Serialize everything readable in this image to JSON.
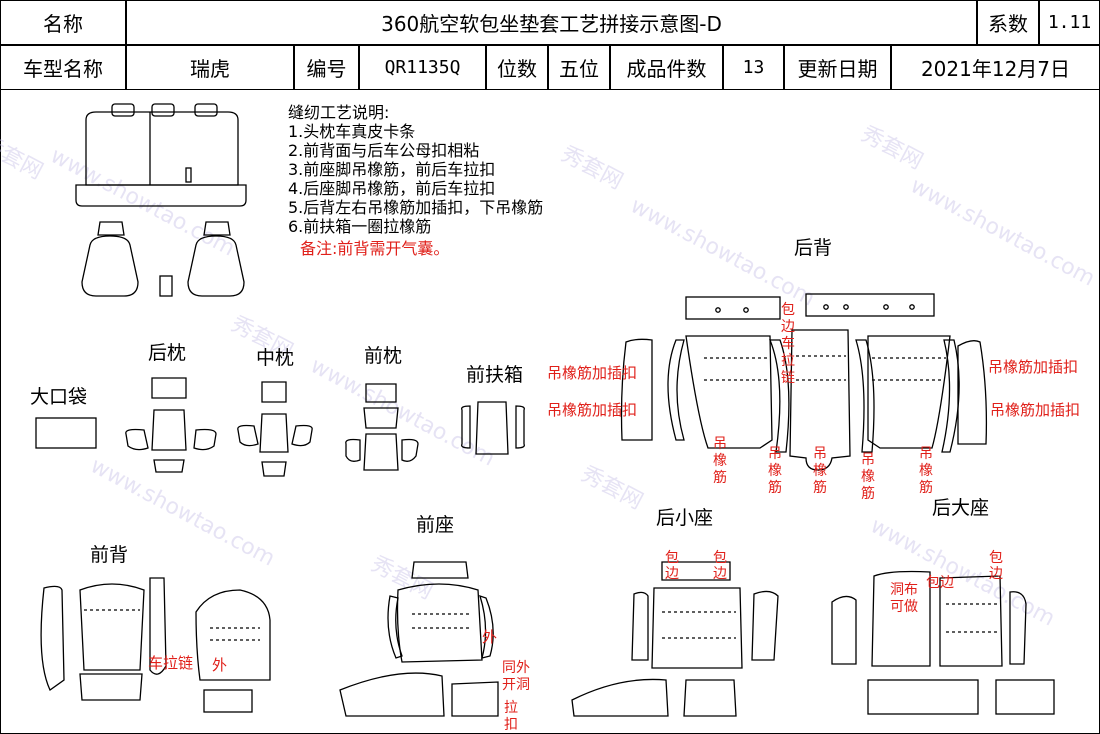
{
  "header": {
    "name_label": "名称",
    "doc_title": "360航空软包坐垫套工艺拼接示意图-D",
    "coef_label": "系数",
    "coef_value": "1.11"
  },
  "info": {
    "model_label": "车型名称",
    "model_value": "瑞虎",
    "code_label": "编号",
    "code_value": "QR1135Q",
    "seats_label": "位数",
    "seats_value": "五位",
    "pieces_label": "成品件数",
    "pieces_value": "13",
    "date_label": "更新日期",
    "date_value": "2021年12月7日"
  },
  "notes": {
    "title": "缝纫工艺说明:",
    "items": [
      "1.头枕车真皮卡条",
      "2.前背面与后车公母扣相粘",
      "3.前座脚吊橡筋，前后车拉扣",
      "4.后座脚吊橡筋，前后车拉扣",
      "5.后背左右吊橡筋加插扣，下吊橡筋",
      "6.前扶箱一圈拉橡筋"
    ],
    "remark": "备注:前背需开气囊。"
  },
  "sections": {
    "rear_headrest": "后枕",
    "mid_headrest": "中枕",
    "front_headrest": "前枕",
    "big_pocket": "大口袋",
    "front_armrest": "前扶箱",
    "rear_back": "后背",
    "front_back": "前背",
    "front_seat": "前座",
    "rear_small_seat": "后小座",
    "rear_big_seat": "后大座"
  },
  "annotations": {
    "elastic_clip": "吊橡筋加插扣",
    "wrap_zip": "包边车拉链",
    "elastic": "吊橡筋",
    "wrap": "包",
    "edge": "边",
    "wrap_edge": "包边",
    "zip_car": "车拉链",
    "outer": "外",
    "same_hole": "同外开洞",
    "pull_clip": "拉扣",
    "hole_optional": "洞布可做"
  },
  "watermark": {
    "cn": "秀套网",
    "en": "www.showtao.com"
  }
}
